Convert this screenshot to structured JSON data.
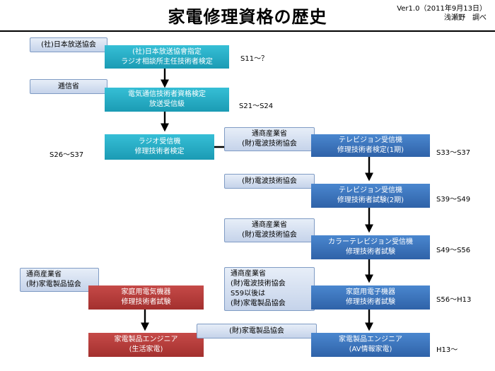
{
  "title": "家電修理資格の歴史",
  "version": "Ver1.0（2011年9月13日）",
  "author": "浅瀬野　調べ",
  "orgs": {
    "jba": "(社)日本放送協会",
    "teishin": "逓信省",
    "tsusan_denpa_1": [
      "通商産業省",
      "(財)電波技術協会"
    ],
    "denpa_2": "(財)電波技術協会",
    "tsusan_denpa_3": [
      "通商産業省",
      "(財)電波技術協会"
    ],
    "tsusan_kaden": [
      "通商産業省",
      "(財)家電製品協会"
    ],
    "tsusan_denpa_4": [
      "通商産業省",
      "(財)電波技術協会",
      "S59以後は",
      "(財)家電製品協会"
    ],
    "kaden_kyokai": "(財)家電製品協会"
  },
  "certs": {
    "radio_consult": [
      "(社)日本放送協會指定",
      "ラジオ相談所主任技術者検定"
    ],
    "denki_tsushin": [
      "電気通信技術者資格検定",
      "放送受信級"
    ],
    "radio_receiver": [
      "ラジオ受信機",
      "修理技術者検定"
    ],
    "tv_1": [
      "テレビジョン受信機",
      "修理技術者検定(1期)"
    ],
    "tv_2": [
      "テレビジョン受信機",
      "修理技術者試験(2期)"
    ],
    "color_tv": [
      "カラーテレビジョン受信機",
      "修理技術者試験"
    ],
    "home_electric": [
      "家庭用電気機器",
      "修理技術者試験"
    ],
    "home_electronic": [
      "家庭用電子機器",
      "修理技術者試験"
    ],
    "eng_life": [
      "家電製品エンジニア",
      "(生活家電)"
    ],
    "eng_av": [
      "家電製品エンジニア",
      "(AV情報家電)"
    ]
  },
  "eras": {
    "s11": "S11～？",
    "s21": "S21～S24",
    "s26": "S26～S37",
    "s33": "S33～S37",
    "s39": "S39～S49",
    "s49": "S49～S56",
    "s56": "S56～H13",
    "h13": "H13～"
  },
  "colors": {
    "teal": "#1b9bb4",
    "blue": "#2f62a8",
    "red": "#a3302e",
    "label_bg": "#dde6f4"
  }
}
